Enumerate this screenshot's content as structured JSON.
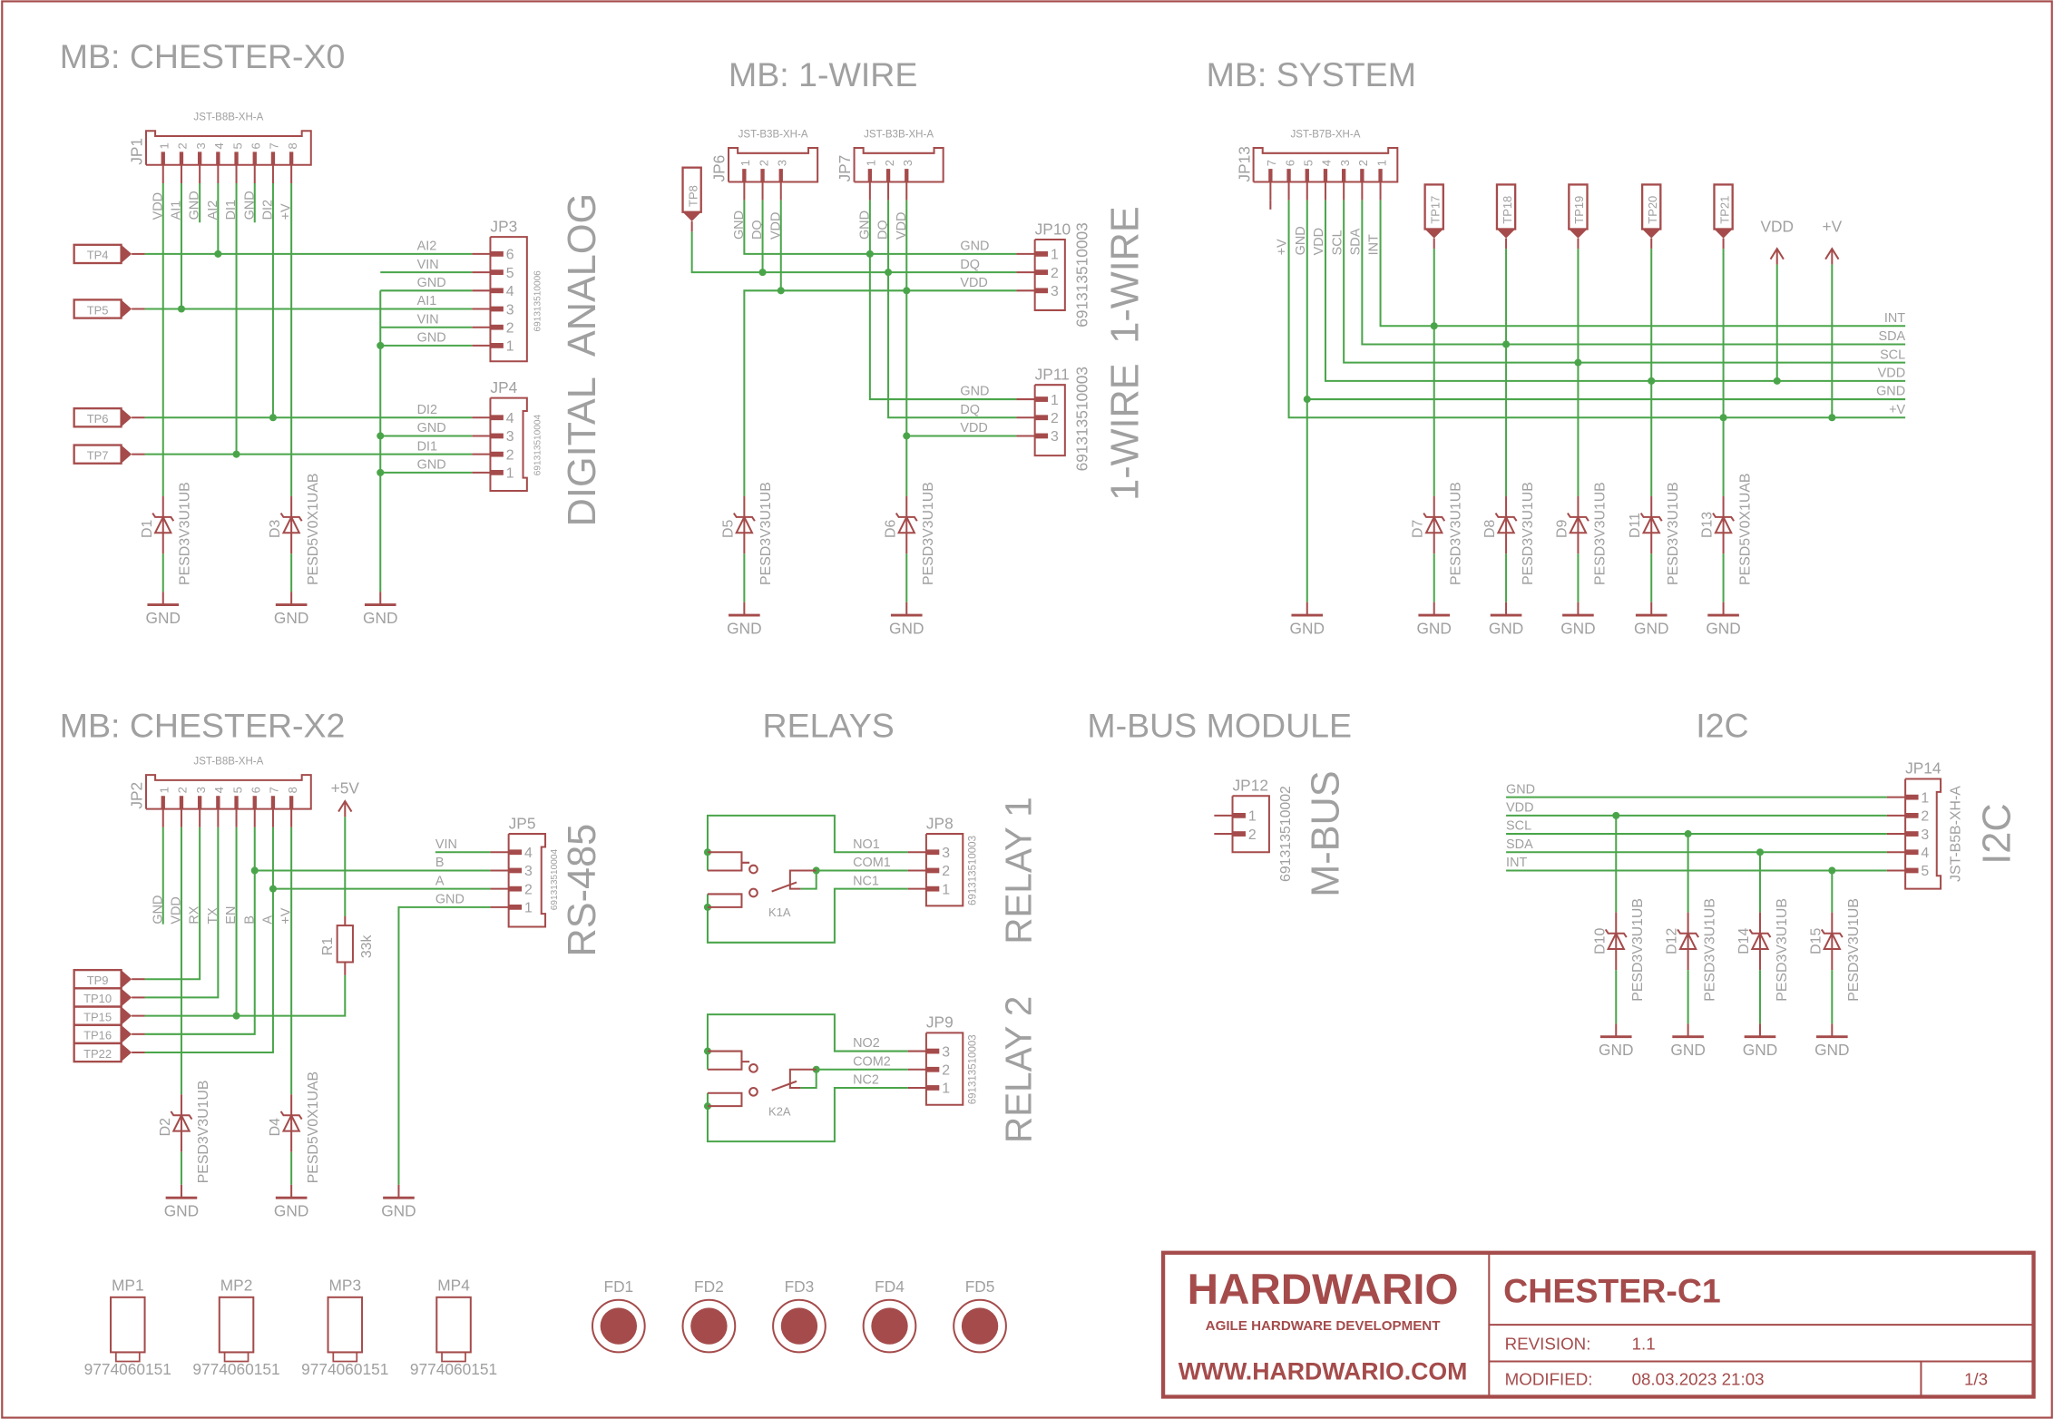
{
  "colors": {
    "wire": "#4aa54a",
    "symbol": "#a54b4b",
    "text": "#a0a0a0"
  },
  "common": {
    "gnd": "GND"
  },
  "x0": {
    "title": "MB: CHESTER-X0",
    "jp1": {
      "ref": "JP1",
      "part": "JST-B8B-XH-A",
      "pins": [
        "1",
        "2",
        "3",
        "4",
        "5",
        "6",
        "7",
        "8"
      ],
      "nets": [
        "VDD",
        "AI1",
        "GND",
        "AI2",
        "DI1",
        "GND",
        "DI2",
        "+V"
      ]
    },
    "tps": [
      "TP4",
      "TP5",
      "TP6",
      "TP7"
    ],
    "jp3": {
      "ref": "JP3",
      "part": "691313510006",
      "pins": [
        "6",
        "5",
        "4",
        "3",
        "2",
        "1"
      ],
      "nets": [
        "AI2",
        "VIN",
        "GND",
        "AI1",
        "VIN",
        "GND"
      ]
    },
    "jp4": {
      "ref": "JP4",
      "part": "691313510004",
      "pins": [
        "4",
        "3",
        "2",
        "1"
      ],
      "nets": [
        "DI2",
        "GND",
        "DI1",
        "GND"
      ]
    },
    "labels": [
      "DIGITAL",
      "ANALOG"
    ],
    "diodes": [
      {
        "ref": "D1",
        "part": "PESD3V3U1UB"
      },
      {
        "ref": "D3",
        "part": "PESD5V0X1UAB"
      }
    ]
  },
  "onewire": {
    "title": "MB: 1-WIRE",
    "tp": "TP8",
    "jp6": {
      "ref": "JP6",
      "part": "JST-B3B-XH-A",
      "pins": [
        "1",
        "2",
        "3"
      ],
      "nets": [
        "GND",
        "DQ",
        "VDD"
      ]
    },
    "jp7": {
      "ref": "JP7",
      "part": "JST-B3B-XH-A",
      "pins": [
        "1",
        "2",
        "3"
      ],
      "nets": [
        "GND",
        "DQ",
        "VDD"
      ]
    },
    "jp10": {
      "ref": "JP10",
      "part": "691313510003",
      "pins": [
        "1",
        "2",
        "3"
      ],
      "nets": [
        "GND",
        "DQ",
        "VDD"
      ]
    },
    "jp11": {
      "ref": "JP11",
      "part": "691313510003",
      "pins": [
        "1",
        "2",
        "3"
      ],
      "nets": [
        "GND",
        "DQ",
        "VDD"
      ]
    },
    "labels": [
      "1-WIRE",
      "1-WIRE"
    ],
    "diodes": [
      {
        "ref": "D5",
        "part": "PESD3V3U1UB"
      },
      {
        "ref": "D6",
        "part": "PESD3V3U1UB"
      }
    ]
  },
  "system": {
    "title": "MB: SYSTEM",
    "jp13": {
      "ref": "JP13",
      "part": "JST-B7B-XH-A",
      "pins": [
        "7",
        "6",
        "5",
        "4",
        "3",
        "2",
        "1"
      ],
      "nets": [
        "+V",
        "GND",
        "VDD",
        "SCL",
        "SDA",
        "INT"
      ]
    },
    "bus": [
      "INT",
      "SDA",
      "SCL",
      "VDD",
      "GND",
      "+V"
    ],
    "tps": [
      "TP17",
      "TP18",
      "TP19",
      "TP20",
      "TP21"
    ],
    "supplies": [
      "VDD",
      "+V"
    ],
    "diodes": [
      {
        "ref": "D7",
        "part": "PESD3V3U1UB"
      },
      {
        "ref": "D8",
        "part": "PESD3V3U1UB"
      },
      {
        "ref": "D9",
        "part": "PESD3V3U1UB"
      },
      {
        "ref": "D11",
        "part": "PESD3V3U1UB"
      },
      {
        "ref": "D13",
        "part": "PESD5V0X1UAB"
      }
    ]
  },
  "x2": {
    "title": "MB: CHESTER-X2",
    "jp2": {
      "ref": "JP2",
      "part": "JST-B8B-XH-A",
      "pins": [
        "1",
        "2",
        "3",
        "4",
        "5",
        "6",
        "7",
        "8"
      ],
      "nets": [
        "GND",
        "VDD",
        "RX",
        "TX",
        "EN",
        "B",
        "A",
        "+V"
      ]
    },
    "tps": [
      "TP9",
      "TP10",
      "TP15",
      "TP16",
      "TP22"
    ],
    "supply": "+5V",
    "r1": {
      "ref": "R1",
      "value": "33k"
    },
    "jp5": {
      "ref": "JP5",
      "part": "691313510004",
      "pins": [
        "4",
        "3",
        "2",
        "1"
      ],
      "nets": [
        "VIN",
        "B",
        "A",
        "GND"
      ]
    },
    "label": "RS-485",
    "diodes": [
      {
        "ref": "D2",
        "part": "PESD3V3U1UB"
      },
      {
        "ref": "D4",
        "part": "PESD5V0X1UAB"
      }
    ]
  },
  "relays": {
    "title": "RELAYS",
    "items": [
      {
        "coil": "K1A",
        "ref": "JP8",
        "part": "691313510003",
        "pins": [
          "3",
          "2",
          "1"
        ],
        "nets": [
          "NO1",
          "COM1",
          "NC1"
        ],
        "label": "RELAY 1"
      },
      {
        "coil": "K2A",
        "ref": "JP9",
        "part": "691313510003",
        "pins": [
          "3",
          "2",
          "1"
        ],
        "nets": [
          "NO2",
          "COM2",
          "NC2"
        ],
        "label": "RELAY 2"
      }
    ]
  },
  "mbus": {
    "title": "M-BUS MODULE",
    "ref": "JP12",
    "part": "691313510002",
    "pins": [
      "1",
      "2"
    ],
    "label": "M-BUS"
  },
  "i2c": {
    "title": "I2C",
    "nets": [
      "GND",
      "VDD",
      "SCL",
      "SDA",
      "INT"
    ],
    "jp14": {
      "ref": "JP14",
      "part": "JST-B5B-XH-A",
      "pins": [
        "1",
        "2",
        "3",
        "4",
        "5"
      ]
    },
    "label": "I2C",
    "diodes": [
      {
        "ref": "D10",
        "part": "PESD3V3U1UB"
      },
      {
        "ref": "D12",
        "part": "PESD3V3U1UB"
      },
      {
        "ref": "D14",
        "part": "PESD3V3U1UB"
      },
      {
        "ref": "D15",
        "part": "PESD3V3U1UB"
      }
    ]
  },
  "mounting": [
    {
      "ref": "MP1",
      "part": "9774060151"
    },
    {
      "ref": "MP2",
      "part": "9774060151"
    },
    {
      "ref": "MP3",
      "part": "9774060151"
    },
    {
      "ref": "MP4",
      "part": "9774060151"
    }
  ],
  "fiducials": [
    "FD1",
    "FD2",
    "FD3",
    "FD4",
    "FD5"
  ],
  "titleblock": {
    "logo": "HARDWARIO",
    "tagline": "AGILE HARDWARE DEVELOPMENT",
    "website": "WWW.HARDWARIO.COM",
    "title": "CHESTER-C1",
    "revision_label": "REVISION:",
    "revision": "1.1",
    "modified_label": "MODIFIED:",
    "modified": "08.03.2023 21:03",
    "page": "1/3"
  }
}
